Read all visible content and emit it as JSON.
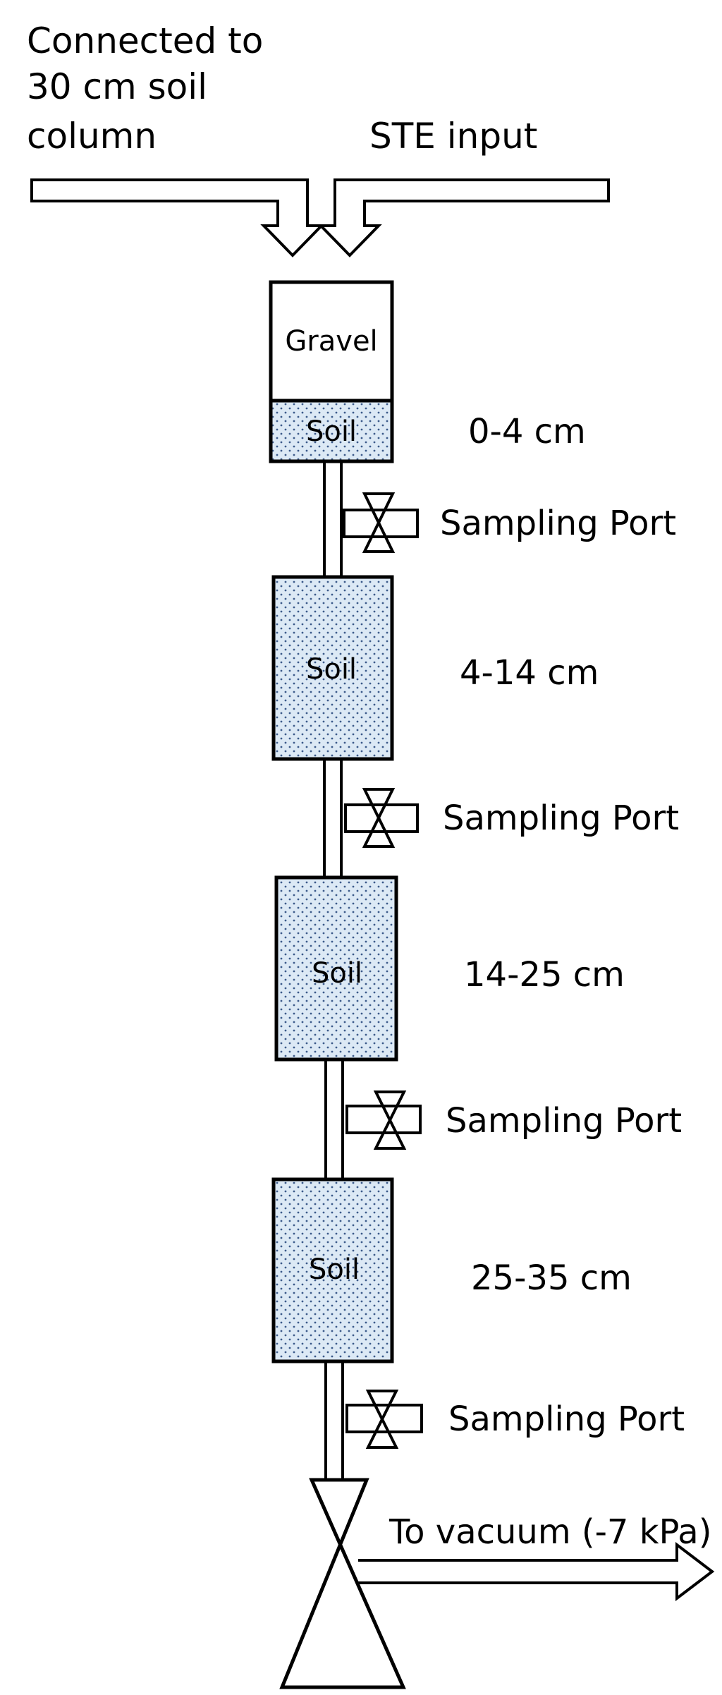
{
  "top": {
    "connected_lines": [
      "Connected to",
      "30 cm soil",
      "column"
    ],
    "ste_input": "STE input"
  },
  "columns": [
    {
      "fill_label": "Gravel",
      "soil_label": "Soil",
      "depth": "0-4 cm"
    },
    {
      "soil_label": "Soil",
      "depth": "4-14 cm"
    },
    {
      "soil_label": "Soil",
      "depth": "14-25 cm"
    },
    {
      "soil_label": "Soil",
      "depth": "25-35 cm"
    }
  ],
  "ports": [
    {
      "label": "Sampling Port"
    },
    {
      "label": "Sampling Port"
    },
    {
      "label": "Sampling Port"
    },
    {
      "label": "Sampling Port"
    }
  ],
  "vacuum": {
    "label": "To vacuum (-7 kPa)"
  },
  "colors": {
    "line": "#000000",
    "soil_fill": "#dce9f5",
    "dot": "#3b5a8a",
    "background": "#ffffff"
  }
}
